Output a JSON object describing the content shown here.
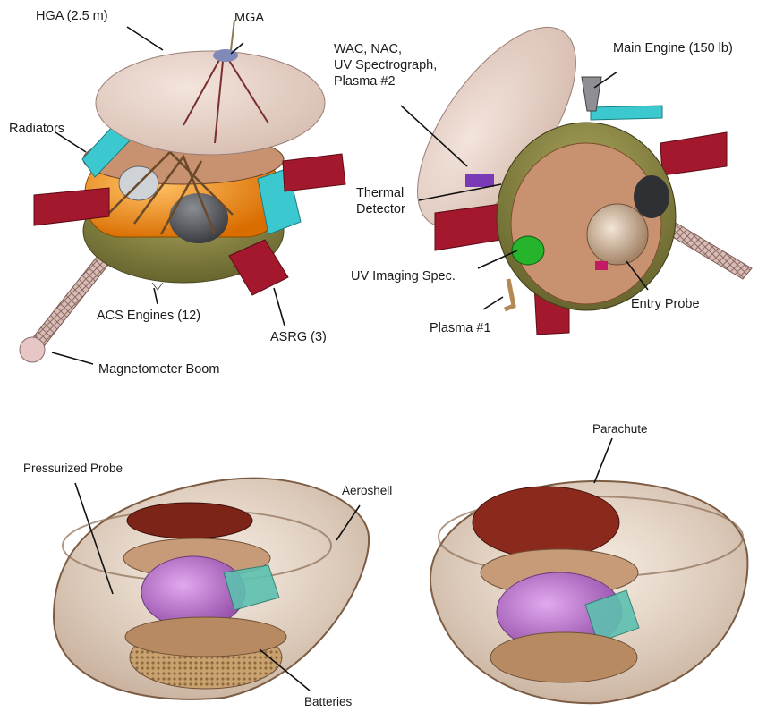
{
  "labels": {
    "hga": "HGA (2.5 m)",
    "mga": "MGA",
    "radiators": "Radiators",
    "acs_engines": "ACS Engines (12)",
    "asrg": "ASRG (3)",
    "magnetometer_boom": "Magnetometer Boom",
    "wac_line1": "WAC, NAC,",
    "wac_line2": "UV Spectrograph,",
    "wac_line3": "Plasma #2",
    "main_engine": "Main Engine (150 lb)",
    "thermal_line1": "Thermal",
    "thermal_line2": "Detector",
    "uv_imaging": "UV Imaging Spec.",
    "entry_probe": "Entry Probe",
    "plasma1": "Plasma #1",
    "pressurized_probe": "Pressurized Probe",
    "aeroshell": "Aeroshell",
    "parachute": "Parachute",
    "batteries": "Batteries"
  },
  "colors": {
    "dish": "#e8d2c8",
    "tank": "#f08a10",
    "bus": "#b7845f",
    "olive": "#7d7a3a",
    "asrg": "#a3182c",
    "radiator": "#3cc8cf",
    "boom": "#c9a8a2",
    "shell": "#d7b49a",
    "parachute": "#8b2a1c",
    "probe_purple": "#b678c8",
    "probe_teal": "#5dc1b0"
  }
}
